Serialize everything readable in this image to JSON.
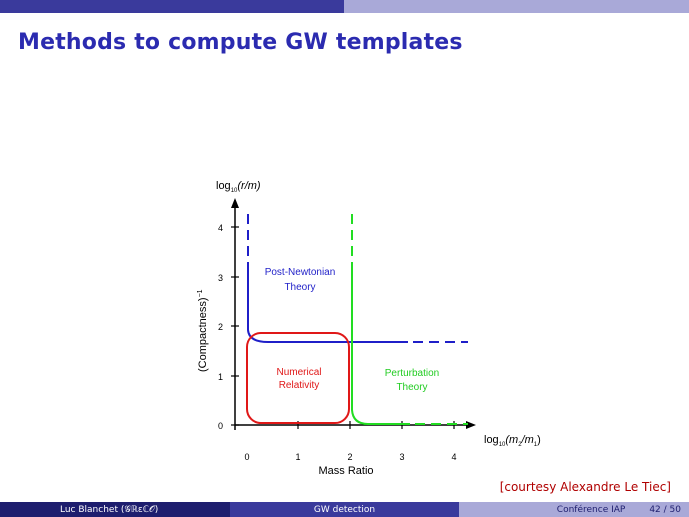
{
  "slide": {
    "title": "Methods to compute GW templates",
    "credit": "[courtesy Alexandre Le Tiec]"
  },
  "diagram": {
    "y_axis_top_label_prefix": "log",
    "y_axis_top_label_sub": "10",
    "y_axis_top_label_rest": "(r/m)",
    "y_axis_side_label": "(Compactness)",
    "y_axis_side_label_sup": "−1",
    "x_axis_right_label_prefix": "log",
    "x_axis_right_label_sub": "10",
    "x_axis_right_label_paren_open": "(m",
    "x_axis_right_label_sub2": "2",
    "x_axis_right_label_slash": "/m",
    "x_axis_right_label_sub1": "1",
    "x_axis_right_label_paren_close": ")",
    "x_axis_label": "Mass Ratio",
    "y_ticks": [
      "0",
      "1",
      "2",
      "3",
      "4"
    ],
    "x_ticks": [
      "0",
      "1",
      "2",
      "3",
      "4"
    ],
    "regions": {
      "pn_line1": "Post-Newtonian",
      "pn_line2": "Theory",
      "nr_line1": "Numerical",
      "nr_line2": "Relativity",
      "pt_line1": "Perturbation",
      "pt_line2": "Theory"
    },
    "colors": {
      "pn": "#1f1fc8",
      "nr": "#e01818",
      "pt": "#22dd22",
      "axis": "#000000"
    }
  },
  "footer": {
    "author": "Luc Blanchet  (𝒢ℝεℂ𝒪)",
    "talk": "GW detection",
    "event": "Conférence IAP",
    "page": "42 / 50"
  }
}
